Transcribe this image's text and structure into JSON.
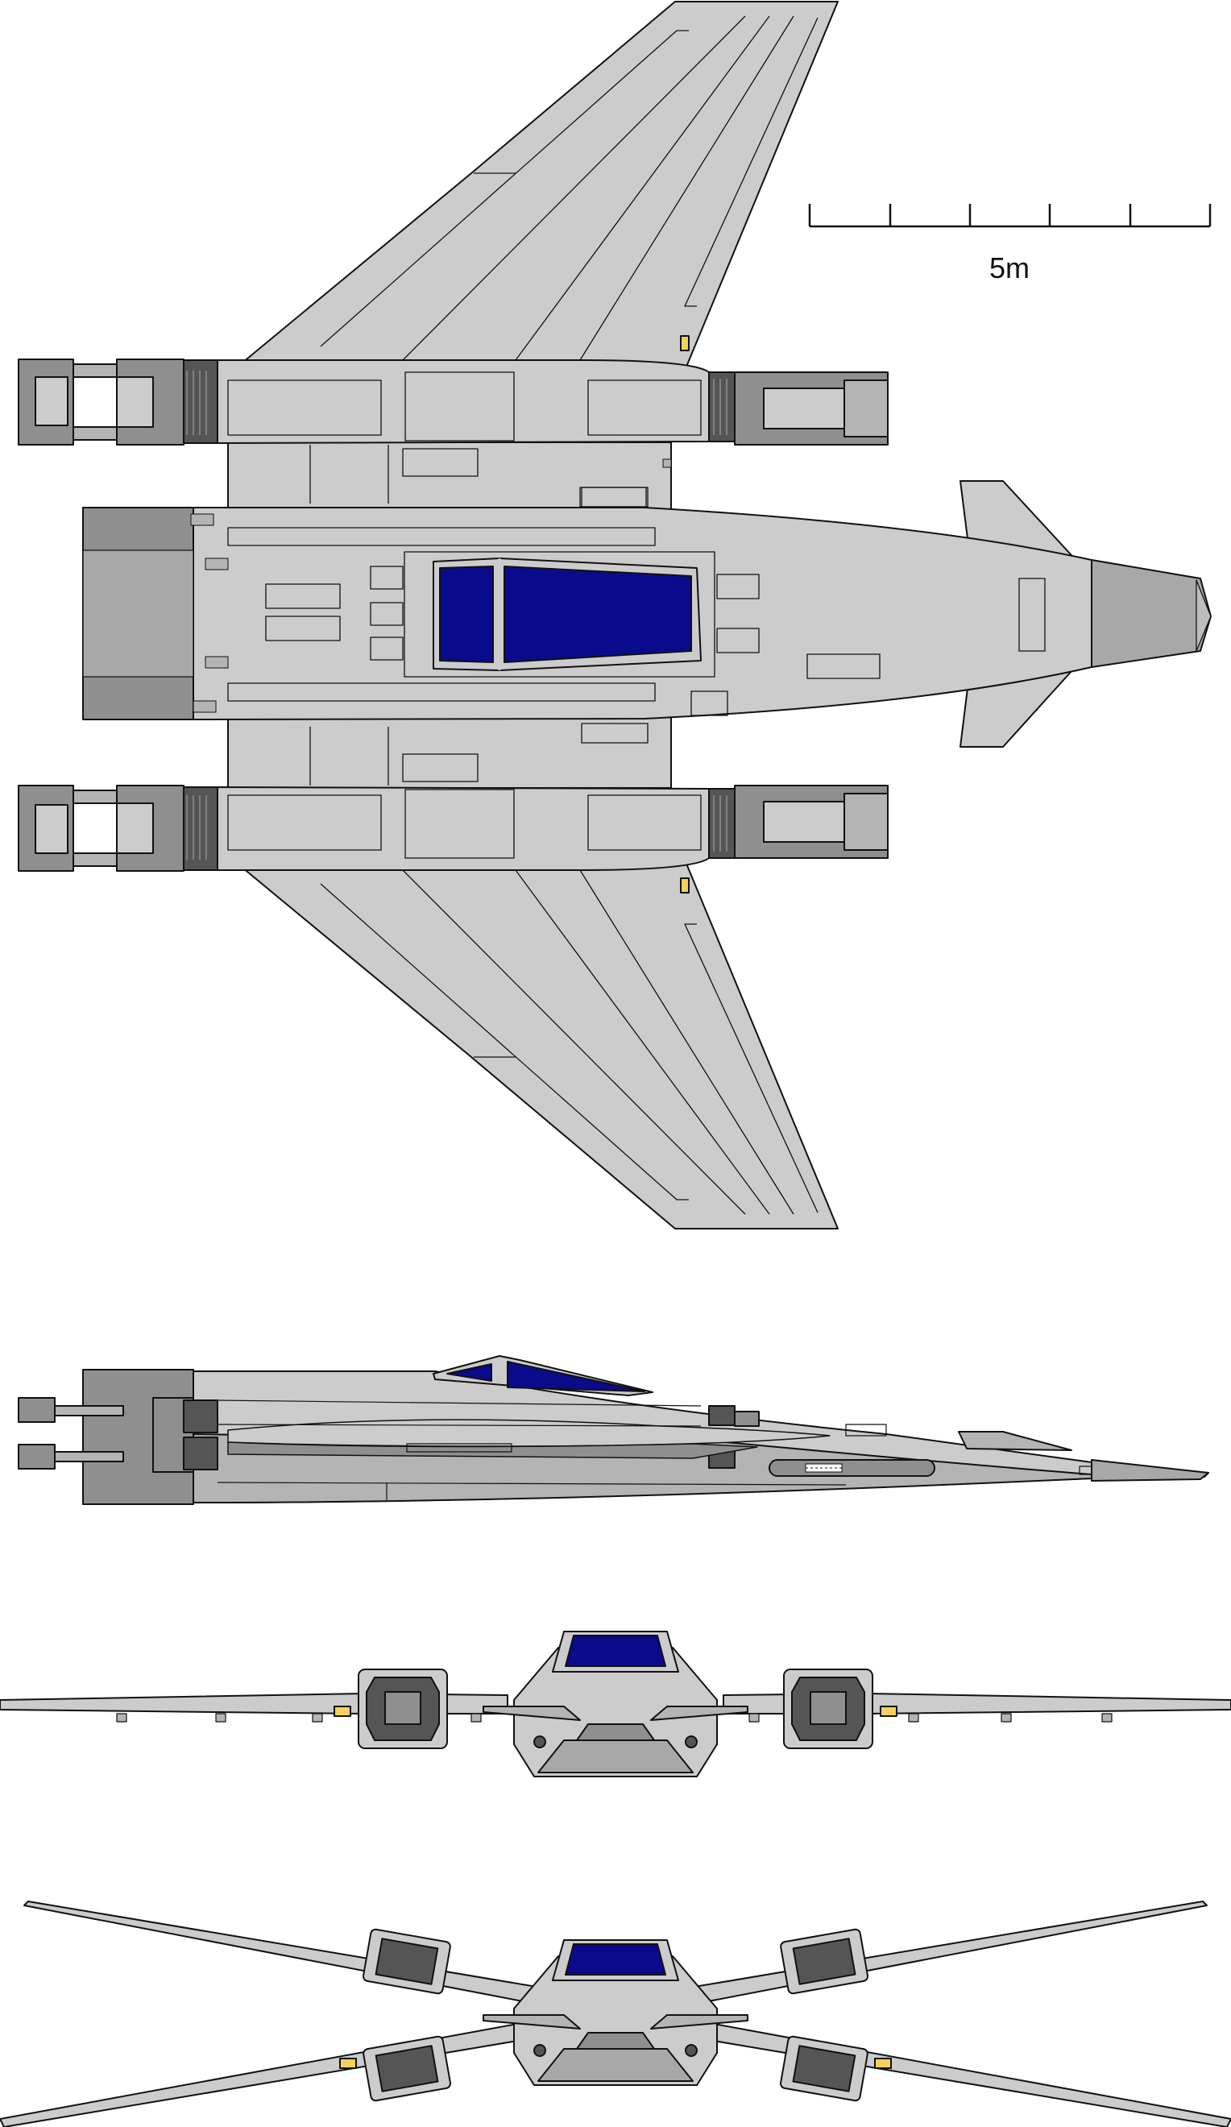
{
  "scale_bar": {
    "label": "5m",
    "segments": 5
  },
  "colors": {
    "hull_light": "#cccccc",
    "hull_mid": "#b4b4b4",
    "hull_dark": "#8f8f8f",
    "nozzle_dark": "#555555",
    "canopy_blue": "#0a0a8c",
    "marker_yellow": "#f2d25a",
    "outline": "#111111"
  },
  "views": [
    {
      "id": "top",
      "label": "top-view"
    },
    {
      "id": "side",
      "label": "side-view"
    },
    {
      "id": "front",
      "label": "front-view"
    },
    {
      "id": "front-open",
      "label": "front-view-wings-extended"
    }
  ]
}
